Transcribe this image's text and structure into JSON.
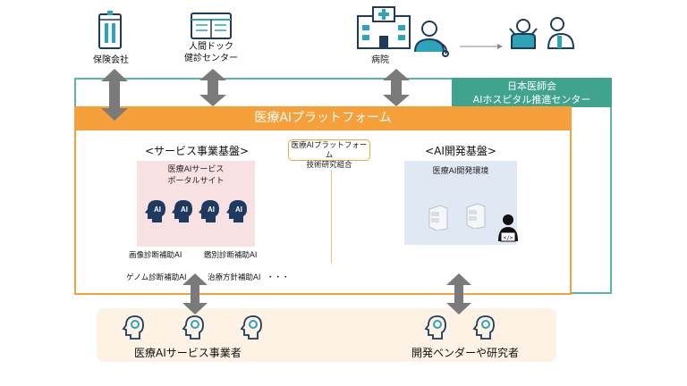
{
  "top_entities": {
    "insurer": {
      "label": "保険会社"
    },
    "health_center": {
      "label_line1": "人間ドック",
      "label_line2": "健診センター"
    },
    "hospital": {
      "label": "病院"
    }
  },
  "jma": {
    "line1": "日本医師会",
    "line2": "AIホスピタル推進センター"
  },
  "platform": {
    "title": "医療AIプラットフォーム"
  },
  "service_base": {
    "title": "<サービス事業基盤>",
    "portal_line1": "医療AIサービス",
    "portal_line2": "ポータルサイト",
    "ai_badge": "AI",
    "items": [
      "画像診断補助AI",
      "鑑別診断補助AI",
      "ゲノム診断補助AI",
      "治療方針補助AI",
      "・・・"
    ]
  },
  "consortium": {
    "line1": "医療AIプラットフォーム",
    "line2": "技術研究組合"
  },
  "ai_dev_base": {
    "title": "<AI開発基盤>",
    "env_label": "医療AI開発環境"
  },
  "users": {
    "service_providers": "医療AIサービス事業者",
    "vendors": "開発ベンダーや研究者"
  },
  "colors": {
    "orange": "#f5a03a",
    "green": "#3fa38e",
    "navy": "#1e3a5f",
    "teal_icon": "#2ea4b8",
    "gray_arrow": "#7a7a7a"
  }
}
